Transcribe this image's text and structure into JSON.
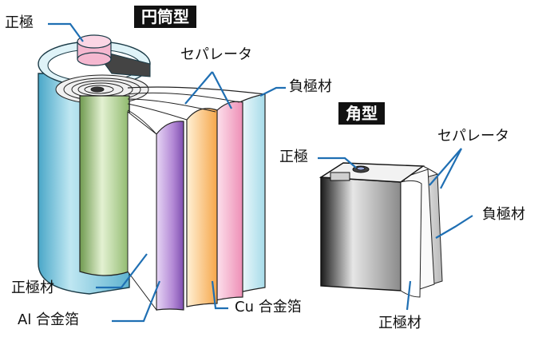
{
  "cylindrical": {
    "title": "円筒型",
    "labels": {
      "positive_terminal": "正極",
      "separator": "セパレータ",
      "negative_electrode": "負極材",
      "positive_electrode": "正極材",
      "al_foil": "Al 合金箔",
      "cu_foil": "Cu 合金箔"
    }
  },
  "prismatic": {
    "title": "角型",
    "labels": {
      "positive_terminal": "正極",
      "separator": "セパレータ",
      "negative_electrode": "負極材",
      "positive_electrode": "正極材"
    }
  },
  "colors": {
    "leader_line": "#1f6fb3",
    "can": "#7ec8dc",
    "terminal": "#f5b8d0",
    "positive_layer": "#b48ad6",
    "separator_layer": "#f8c27a",
    "negative_layer": "#f2a7c4",
    "copper_layer": "#bfe4ef",
    "core": "#b7d69a",
    "prismatic_case": "#222222"
  }
}
